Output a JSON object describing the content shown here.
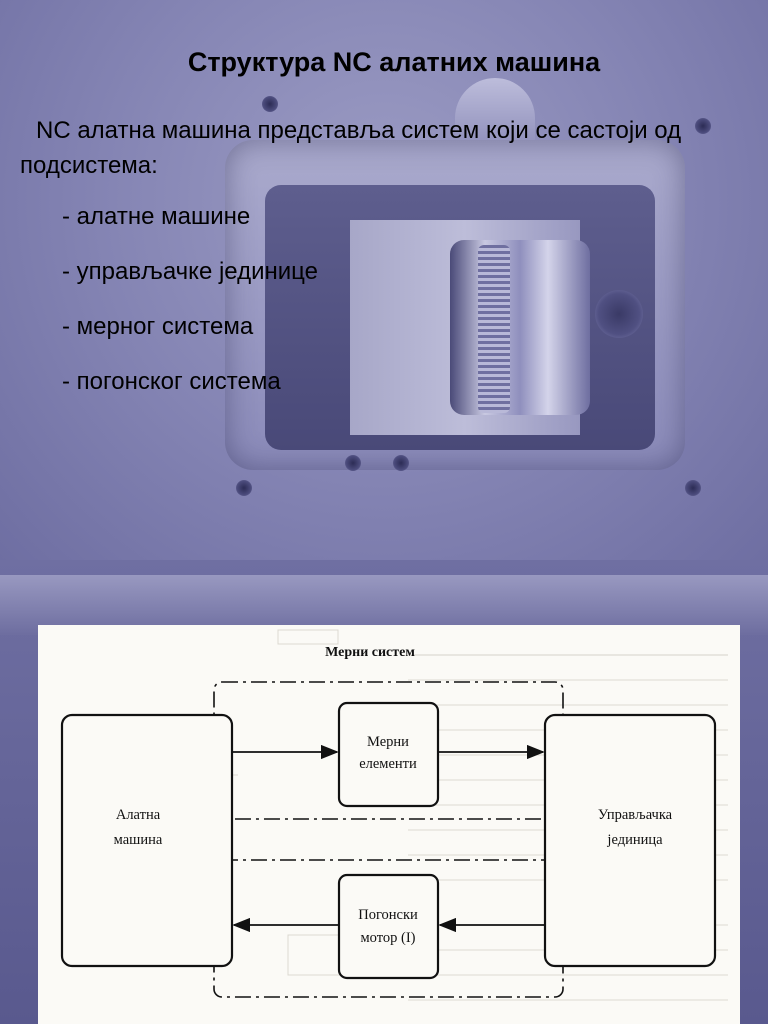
{
  "slide": {
    "title": "Структура NC алатних машина",
    "intro": "NC алатна машина представља систем који се састоји од подсистема:",
    "bullets": [
      "- алатне машине",
      "- управљачке јединице",
      "- мерног система",
      "- погонског система"
    ]
  },
  "diagram": {
    "group_label": "Мерни систем",
    "blocks": {
      "machine": [
        "Алатна",
        "машина"
      ],
      "measuring": [
        "Мерни",
        "елементи"
      ],
      "control": [
        "Управљачка",
        "јединица"
      ],
      "motor": [
        "Погонски",
        "мотор (I)"
      ]
    }
  },
  "colors": {
    "background": "#6f6fa2",
    "text": "#000000",
    "figure_paper": "#fbfaf6"
  }
}
